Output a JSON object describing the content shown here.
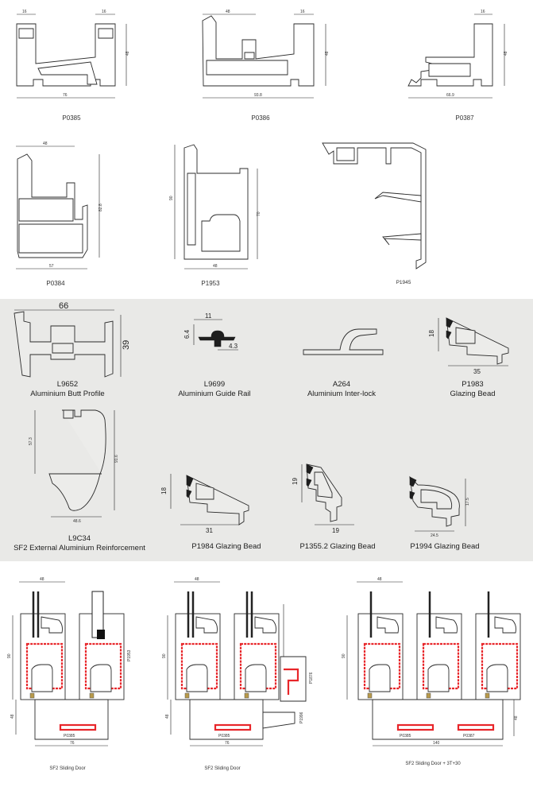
{
  "top_profiles": [
    {
      "code": "P0385",
      "dims": {
        "left_width": "16",
        "right_width": "16",
        "height": "48",
        "total_width": "76"
      }
    },
    {
      "code": "P0386",
      "dims": {
        "left_width": "48",
        "right_width": "16",
        "height": "48",
        "total_width": "93.8"
      }
    },
    {
      "code": "P0387",
      "dims": {
        "right_width": "16",
        "height": "48",
        "total_width": "66.9"
      }
    },
    {
      "code": "P0384",
      "dims": {
        "top_width": "48",
        "height": "82.8",
        "total_width": "57"
      }
    },
    {
      "code": "P1953",
      "dims": {
        "height_left": "90",
        "height_right": "70",
        "total_width": "48"
      }
    },
    {
      "code": "P1945",
      "dims": {}
    }
  ],
  "band_profiles": [
    {
      "code": "L9652",
      "name": "Aluminium Butt Profile",
      "dims": {
        "width": "66",
        "height": "39"
      }
    },
    {
      "code": "L9699",
      "name": "Aluminium Guide Rail",
      "dims": {
        "width": "11",
        "height": "6.4",
        "foot": "4.3"
      }
    },
    {
      "code": "A264",
      "name": "Aluminium Inter-lock",
      "dims": {}
    },
    {
      "code": "P1983",
      "name": "Glazing Bead",
      "dims": {
        "height": "18",
        "width": "35"
      }
    },
    {
      "code": "L9C34",
      "name": "SF2 External Aluminium Reinforcement",
      "dims": {
        "height_top": "57.3",
        "height_total": "91.6",
        "width": "48.6"
      }
    },
    {
      "code": "P1984",
      "name": "P1984 Glazing Bead",
      "dims": {
        "height": "18",
        "width": "31"
      }
    },
    {
      "code": "P1355.2",
      "name": "P1355.2 Glazing Bead",
      "dims": {
        "height": "19",
        "width": "19"
      }
    },
    {
      "code": "P1994",
      "name": "P1994 Glazing Bead",
      "dims": {
        "height": "17.5",
        "width": "24.5"
      }
    }
  ],
  "assemblies": [
    {
      "caption": "SF2 Sliding Door",
      "labels": {
        "base": "P0385",
        "side": "P1953",
        "top_width": "48",
        "left_height": "90",
        "lower_height": "48",
        "bottom_width": "76"
      }
    },
    {
      "caption": "SF2 Sliding Door",
      "labels": {
        "base": "P0385",
        "side_upper": "P1876",
        "side_lower": "P1996",
        "top_width": "48",
        "left_height": "90",
        "lower_height": "48",
        "bottom_width": "76"
      }
    },
    {
      "caption": "SF2 Sliding Door + 3T+30",
      "labels": {
        "base_left": "P0385",
        "base_right": "P0387",
        "top_width": "48",
        "left_height": "90",
        "right_height": "48",
        "bottom_width": "140"
      }
    }
  ],
  "colors": {
    "band": "#e9e9e7",
    "thermal_break": "#e8262a",
    "gasket": "#b89a4a"
  }
}
